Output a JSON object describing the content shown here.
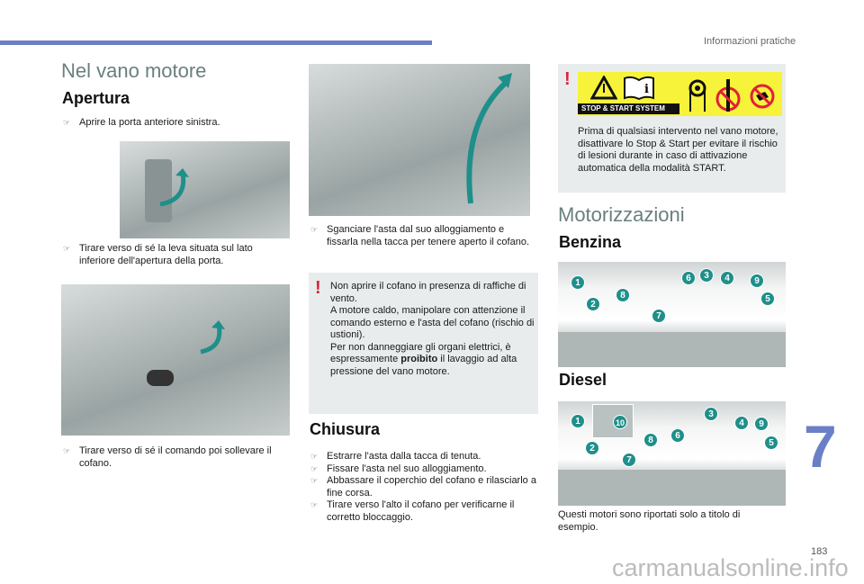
{
  "header": {
    "section": "Informazioni pratiche",
    "chapter_number": "7",
    "page_number": "183",
    "watermark": "carmanualsonline.info"
  },
  "title": "Nel vano motore",
  "apertura": {
    "heading": "Apertura",
    "steps": [
      "Aprire la porta anteriore sinistra.",
      "Tirare verso di sé la leva situata sul lato inferiore dell'apertura della porta.",
      "Tirare verso di sé il comando poi sollevare il cofano.",
      "Sganciare l'asta dal suo alloggiamento e fissarla nella tacca per tenere aperto il cofano."
    ]
  },
  "warning1": {
    "p1": "Non aprire il cofano in presenza di raffiche di vento.",
    "p2": "A motore caldo, manipolare con attenzione il comando esterno e l'asta del cofano (rischio di ustioni).",
    "p3a": "Per non danneggiare gli organi elettrici, è espressamente ",
    "p3b": "proibito",
    "p3c": " il lavaggio ad alta pressione del vano motore."
  },
  "chiusura": {
    "heading": "Chiusura",
    "steps": [
      "Estrarre l'asta dalla tacca di tenuta.",
      "Fissare l'asta nel suo alloggiamento.",
      "Abbassare il coperchio del cofano e rilasciarlo a fine corsa.",
      "Tirare verso l'alto il cofano per verificarne il corretto bloccaggio."
    ]
  },
  "warning2": {
    "label": "STOP & START SYSTEM",
    "text": "Prima di qualsiasi intervento nel vano motore, disattivare lo Stop & Start per evitare il rischio di lesioni durante in caso di attivazione automatica della modalità START."
  },
  "motorizzazioni": {
    "heading": "Motorizzazioni",
    "benzina": "Benzina",
    "diesel": "Diesel",
    "benzina_labels": [
      "1",
      "2",
      "3",
      "4",
      "5",
      "6",
      "7",
      "8",
      "9"
    ],
    "diesel_labels": [
      "1",
      "2",
      "3",
      "4",
      "5",
      "6",
      "7",
      "8",
      "9",
      "10"
    ],
    "caption": "Questi motori sono riportati solo a titolo di esempio."
  },
  "colors": {
    "accent": "#6b7fc8",
    "teal": "#1f8f8a",
    "warning": "#e0203a"
  }
}
